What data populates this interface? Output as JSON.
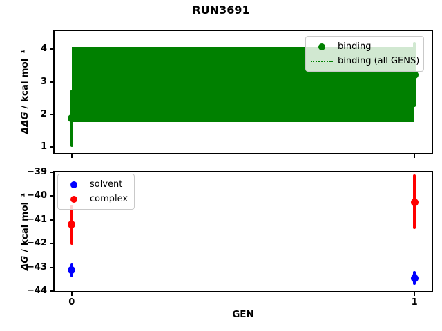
{
  "figure": {
    "title": "RUN3691",
    "background": "#ffffff"
  },
  "chart_data": [
    {
      "type": "scatter",
      "subplot": "top",
      "ylabel": {
        "math": "ΔΔG",
        "rest": " / kcal mol⁻¹"
      },
      "xlim": [
        -0.05,
        1.05
      ],
      "ylim": [
        0.81,
        4.56
      ],
      "xticks": [
        0,
        1
      ],
      "xticklabels": [],
      "yticks": [
        1,
        2,
        3,
        4
      ],
      "yticklabels": [
        "1",
        "2",
        "3",
        "4"
      ],
      "grid": false,
      "band": {
        "name": "binding (all GENS)",
        "x_range": [
          0,
          1
        ],
        "y_low": 1.76,
        "y_high": 4.07,
        "color": "#008000",
        "linestyle": "dotted"
      },
      "series": [
        {
          "name": "binding",
          "color": "#008000",
          "points": [
            {
              "x": 0,
              "y": 1.87,
              "err_low": 1.0,
              "err_high": 2.75
            },
            {
              "x": 1,
              "y": 3.22,
              "err_low": 2.22,
              "err_high": 4.22
            }
          ]
        }
      ],
      "legend": {
        "position": "upper-right",
        "entries": [
          {
            "marker": "dot",
            "color": "#008000",
            "label": "binding"
          },
          {
            "marker": "dotted-line",
            "color": "#008000",
            "label": "binding (all GENS)"
          }
        ]
      }
    },
    {
      "type": "scatter",
      "subplot": "bottom",
      "ylabel": {
        "math": "ΔG",
        "rest": " / kcal mol⁻¹"
      },
      "xlabel": "GEN",
      "xlim": [
        -0.05,
        1.05
      ],
      "ylim": [
        -44,
        -39
      ],
      "xticks": [
        0,
        1
      ],
      "xticklabels": [
        "0",
        "1"
      ],
      "yticks": [
        -39,
        -40,
        -41,
        -42,
        -43,
        -44
      ],
      "yticklabels": [
        "−39",
        "−40",
        "−41",
        "−42",
        "−43",
        "−44"
      ],
      "grid": false,
      "series": [
        {
          "name": "solvent",
          "color": "#0000ff",
          "points": [
            {
              "x": 0,
              "y": -43.1,
              "err_low": -43.42,
              "err_high": -42.84
            },
            {
              "x": 1,
              "y": -43.45,
              "err_low": -43.74,
              "err_high": -43.15
            }
          ]
        },
        {
          "name": "complex",
          "color": "#ff0000",
          "points": [
            {
              "x": 0,
              "y": -41.2,
              "err_low": -42.05,
              "err_high": -40.37
            },
            {
              "x": 1,
              "y": -40.25,
              "err_low": -41.38,
              "err_high": -39.1
            }
          ]
        }
      ],
      "legend": {
        "position": "upper-left",
        "entries": [
          {
            "marker": "dot",
            "color": "#0000ff",
            "label": "solvent"
          },
          {
            "marker": "dot",
            "color": "#ff0000",
            "label": "complex"
          }
        ]
      }
    }
  ]
}
